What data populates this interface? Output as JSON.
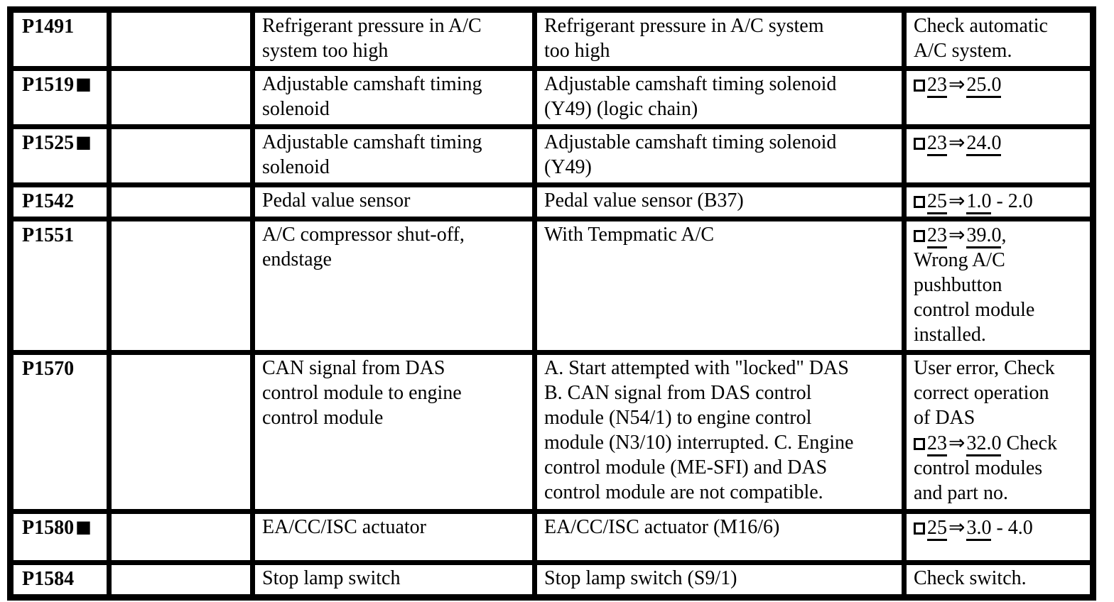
{
  "page": {
    "background": "#ffffff",
    "text_color": "#000000",
    "border_color": "#000000"
  },
  "table": {
    "columns": [
      "code",
      "blank",
      "description",
      "detail",
      "action"
    ],
    "rows": [
      {
        "code": "P1491",
        "marker": "",
        "blank": "",
        "description": "Refrigerant pressure in A/C\nsystem too high",
        "detail": "Refrigerant pressure in A/C system\ntoo high",
        "action": [
          {
            "text": "Check automatic\nA/C system."
          }
        ]
      },
      {
        "code": "P1519",
        "marker": "■",
        "blank": "",
        "description": "Adjustable camshaft timing\nsolenoid",
        "detail": "Adjustable camshaft timing solenoid\n(Y49) (logic chain)",
        "action": [
          {
            "icon": "open-square"
          },
          {
            "text": "23",
            "underline": true
          },
          {
            "icon": "double-arrow",
            "glyph": "⇒"
          },
          {
            "text": "25.0",
            "underline": true
          }
        ]
      },
      {
        "code": "P1525",
        "marker": "■",
        "blank": "",
        "description": "Adjustable camshaft timing\nsolenoid",
        "detail": "Adjustable camshaft timing solenoid\n(Y49)",
        "action": [
          {
            "icon": "open-square"
          },
          {
            "text": "23",
            "underline": true
          },
          {
            "icon": "double-arrow",
            "glyph": "⇒"
          },
          {
            "text": "24.0",
            "underline": true
          }
        ]
      },
      {
        "code": "P1542",
        "marker": "",
        "blank": "",
        "description": "Pedal value sensor",
        "detail": "Pedal value sensor (B37)",
        "action": [
          {
            "icon": "open-square"
          },
          {
            "text": "25",
            "underline": true
          },
          {
            "icon": "double-arrow",
            "glyph": "⇒"
          },
          {
            "text": "1.0",
            "underline": true
          },
          {
            "text": " - 2.0"
          }
        ]
      },
      {
        "code": "P1551",
        "marker": "",
        "blank": "",
        "description": "A/C compressor shut-off,\nendstage",
        "detail": "With Tempmatic A/C",
        "action": [
          {
            "icon": "open-square"
          },
          {
            "text": "23",
            "underline": true
          },
          {
            "icon": "double-arrow",
            "glyph": "⇒"
          },
          {
            "text": "39.0",
            "underline": true
          },
          {
            "text": ","
          },
          {
            "br": true
          },
          {
            "text": "Wrong A/C\npushbutton\ncontrol module\ninstalled."
          }
        ]
      },
      {
        "code": "P1570",
        "marker": "",
        "blank": "",
        "description": "CAN signal from DAS\ncontrol module to engine\ncontrol module",
        "detail": "A. Start attempted with \"locked\" DAS\nB. CAN signal from DAS control\nmodule (N54/1) to engine control\nmodule (N3/10) interrupted. C. Engine\ncontrol module (ME-SFI) and DAS\ncontrol module are not compatible.",
        "action": [
          {
            "text": "User error, Check\ncorrect operation\nof DAS"
          },
          {
            "br": true
          },
          {
            "icon": "open-square"
          },
          {
            "text": "23",
            "underline": true
          },
          {
            "icon": "double-arrow",
            "glyph": "⇒"
          },
          {
            "text": "32.0",
            "underline": true
          },
          {
            "text": " Check\ncontrol modules\nand part no."
          }
        ]
      },
      {
        "code": "P1580",
        "marker": "■",
        "blank": "",
        "description": "EA/CC/ISC actuator",
        "detail": "EA/CC/ISC actuator (M16/6)",
        "action": [
          {
            "icon": "open-square"
          },
          {
            "text": "25",
            "underline": true
          },
          {
            "icon": "double-arrow",
            "glyph": "⇒"
          },
          {
            "text": "3.0",
            "underline": true
          },
          {
            "text": " - 4.0"
          }
        ]
      },
      {
        "code": "P1584",
        "marker": "",
        "blank": "",
        "description": "Stop lamp switch",
        "detail": "Stop lamp switch (S9/1)",
        "action": [
          {
            "text": "Check switch."
          }
        ]
      }
    ]
  }
}
